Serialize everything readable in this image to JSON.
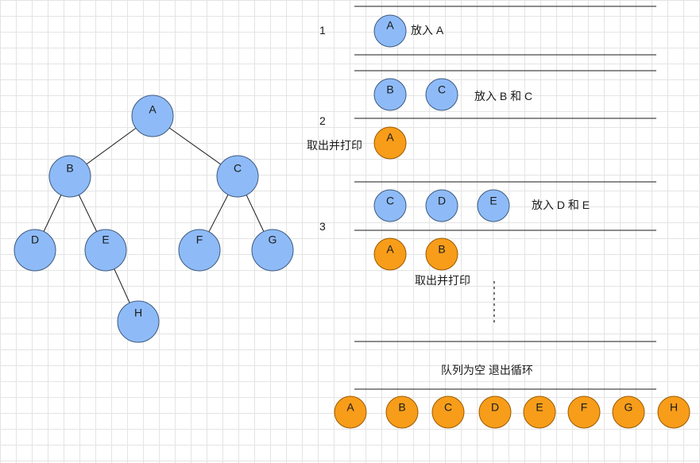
{
  "tree": {
    "nodes": [
      {
        "id": "A",
        "label": "A"
      },
      {
        "id": "B",
        "label": "B"
      },
      {
        "id": "C",
        "label": "C"
      },
      {
        "id": "D",
        "label": "D"
      },
      {
        "id": "E",
        "label": "E"
      },
      {
        "id": "F",
        "label": "F"
      },
      {
        "id": "G",
        "label": "G"
      },
      {
        "id": "H",
        "label": "H"
      }
    ],
    "edges": [
      [
        "A",
        "B"
      ],
      [
        "A",
        "C"
      ],
      [
        "B",
        "D"
      ],
      [
        "B",
        "E"
      ],
      [
        "C",
        "F"
      ],
      [
        "C",
        "G"
      ],
      [
        "E",
        "H"
      ]
    ]
  },
  "steps": [
    {
      "number": "1",
      "queue": [
        "A"
      ],
      "action": "放入 A"
    },
    {
      "number": "2",
      "queue": [
        "B",
        "C"
      ],
      "action": "放入 B 和 C",
      "printed": [
        "A"
      ],
      "print_label": "取出并打印"
    },
    {
      "number": "3",
      "queue": [
        "C",
        "D",
        "E"
      ],
      "action": "放入 D 和 E",
      "printed": [
        "A",
        "B"
      ],
      "print_label": "取出并打印"
    }
  ],
  "end_label": "队列为空 退出循环",
  "result": [
    "A",
    "B",
    "C",
    "D",
    "E",
    "F",
    "G",
    "H"
  ],
  "colors": {
    "tree_node": "#8ebbf7",
    "queue_node": "#8ebbf7",
    "printed_node": "#f79d1a",
    "stroke": "#3d5a80",
    "printed_stroke": "#9a5a00",
    "line": "#1a1a1a"
  }
}
